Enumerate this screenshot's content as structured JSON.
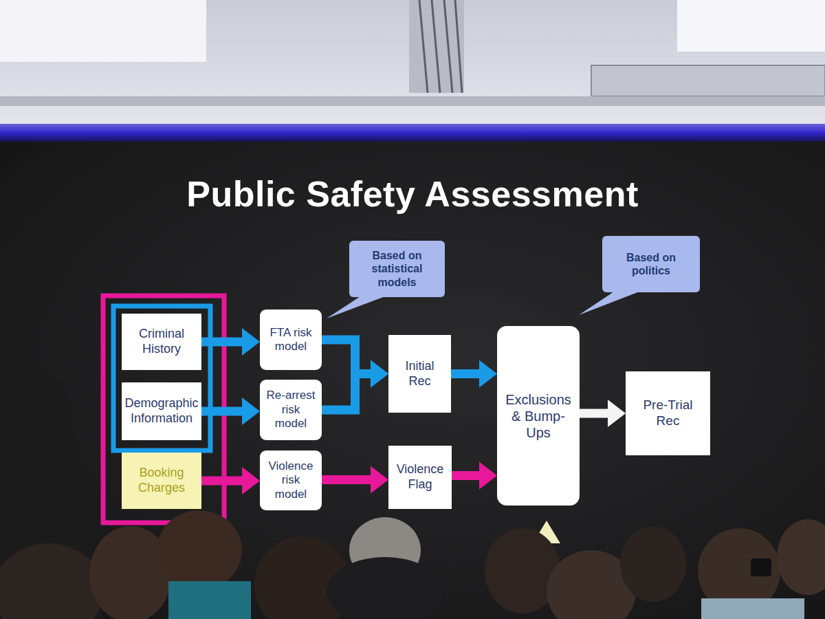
{
  "diagram": {
    "title": "Public Safety Assessment",
    "nodes": [
      {
        "text": [
          "Criminal History"
        ]
      },
      {
        "text": [
          "Demographic Information"
        ]
      },
      {
        "text": [
          "Booking Charges"
        ]
      },
      {
        "text": [
          "FTA risk model"
        ]
      },
      {
        "text": [
          "Re-arrest risk model"
        ]
      },
      {
        "text": [
          "Violence risk model"
        ]
      },
      {
        "text": [
          "Initial Rec"
        ]
      },
      {
        "text": [
          "Violence Flag"
        ]
      },
      {
        "text": [
          "Exclusions & Bump-Ups"
        ]
      },
      {
        "text": [
          "Pre-Trial Rec"
        ]
      },
      {
        "text": [
          "Based on statistical models"
        ]
      },
      {
        "text": [
          "Based on politics"
        ]
      }
    ],
    "edges": [
      {
        "from": 0,
        "to": 3,
        "arrow": "to"
      },
      {
        "from": 1,
        "to": 4,
        "arrow": "to"
      },
      {
        "from": 2,
        "to": 5,
        "arrow": "to"
      },
      {
        "from": 3,
        "to": 6,
        "arrow": "to"
      },
      {
        "from": 4,
        "to": 6,
        "arrow": "to"
      },
      {
        "from": 6,
        "to": 8,
        "arrow": "to"
      },
      {
        "from": 5,
        "to": 7,
        "arrow": "to"
      },
      {
        "from": 7,
        "to": 8,
        "arrow": "to"
      },
      {
        "from": 8,
        "to": 9,
        "arrow": "to"
      }
    ]
  }
}
